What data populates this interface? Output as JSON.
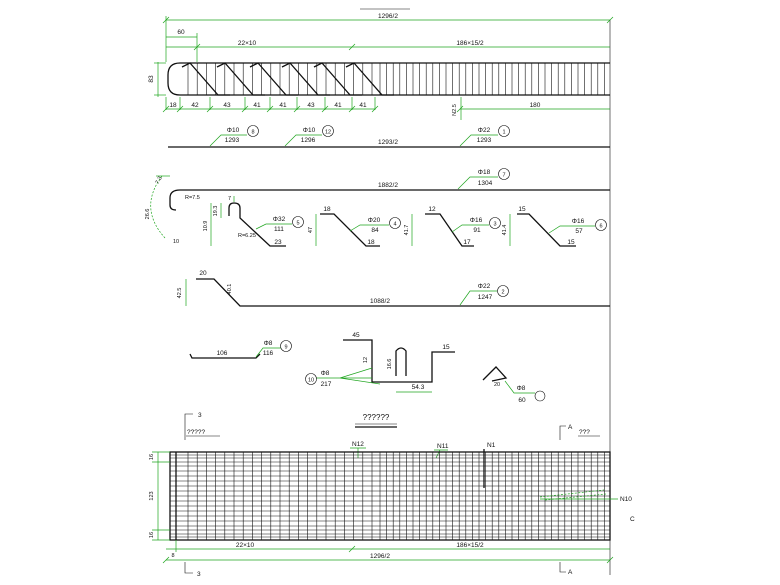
{
  "elevation": {
    "overall_length": "1296/2",
    "end_segment": "60",
    "left_spacing": "22×10",
    "right_spacing": "186×15/2",
    "height": "83",
    "bent_bar_dims": [
      "18",
      "42",
      "43",
      "41",
      "41",
      "43",
      "41",
      "41"
    ],
    "end_zone": "180",
    "cover": "N2.5"
  },
  "bars": {
    "n8": {
      "dia": "Φ10",
      "mark": "8",
      "length": "1293"
    },
    "n12": {
      "dia": "Φ10",
      "mark": "12",
      "length": "1296"
    },
    "n1": {
      "dia": "Φ22",
      "mark": "1",
      "length": "1293",
      "half_span": "1293/2"
    },
    "n7": {
      "dia": "Φ18",
      "mark": "7",
      "length": "1304",
      "half_span": "1882/2",
      "radius": "R=7.5",
      "hook_height": "26.6",
      "hook_top": "7.3",
      "hook_end": "10"
    },
    "n5": {
      "dia": "Φ32",
      "mark": "5",
      "length": "111",
      "tail": "23",
      "hook": "7",
      "radius": "R=6.25",
      "rise1": "10.9",
      "rise2": "19.3"
    },
    "n4": {
      "dia": "Φ20",
      "mark": "4",
      "length": "84",
      "tail": "18",
      "top": "18",
      "rise": "47"
    },
    "n3": {
      "dia": "Φ16",
      "mark": "3",
      "length": "91",
      "tail": "17",
      "top": "12",
      "rise": "41.7"
    },
    "n6": {
      "dia": "Φ16",
      "mark": "6",
      "length": "57",
      "tail": "15",
      "top": "15",
      "rise": "41.4"
    },
    "n2": {
      "dia": "Φ22",
      "mark": "2",
      "length": "1247",
      "half_span": "1088/2",
      "hook": "20",
      "rise": "42.5",
      "slope": "40.1"
    },
    "n9": {
      "dia": "Φ8",
      "mark": "9",
      "length": "116",
      "span": "106"
    },
    "n10": {
      "dia": "Φ8",
      "mark": "10",
      "length": "217",
      "top": "45",
      "right": "15",
      "bottom": "54.3",
      "rise1": "12",
      "rise2": "16.6"
    },
    "n11": {
      "dia": "Φ8",
      "length": "60",
      "leg": "20"
    }
  },
  "plan": {
    "title": "??????",
    "section_left": "3",
    "section_left_label": "?????",
    "section_right": "A",
    "section_right_label": "???",
    "labels": {
      "n12": "N12",
      "n11": "N11",
      "n1": "N1",
      "n10": "N10"
    },
    "edge_dims": [
      "16",
      "123",
      "16"
    ],
    "start_dim": "8",
    "left_spacing": "22×10",
    "right_spacing": "186×15/2",
    "overall_length": "1296/2",
    "section_left_bottom": "3",
    "section_right_bottom": "A",
    "side_mark": "C"
  },
  "colors": {
    "line": "#111111",
    "dimension": "#1fa51f",
    "background": "#ffffff"
  }
}
